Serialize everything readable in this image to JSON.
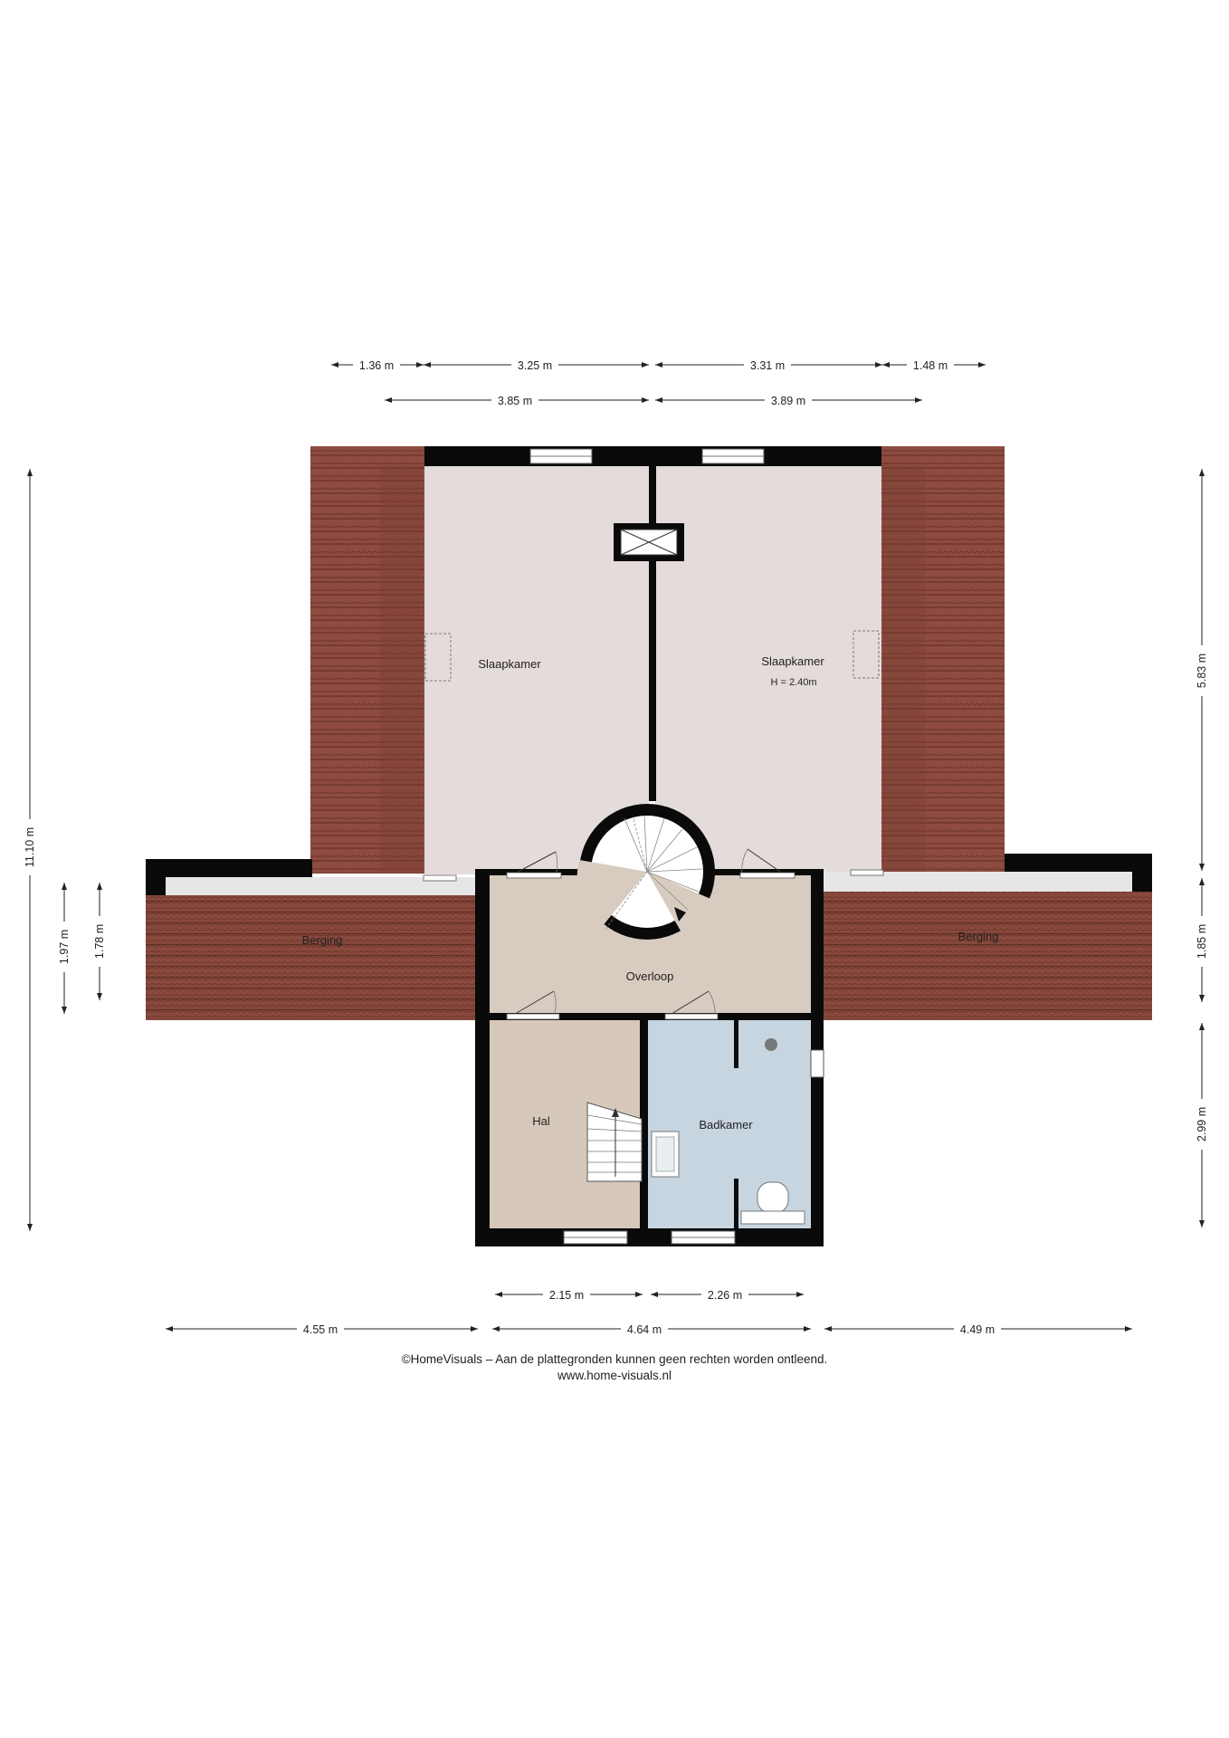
{
  "rooms": {
    "slaapkamer_left": "Slaapkamer",
    "slaapkamer_right": "Slaapkamer",
    "slaapkamer_right_height": "H = 2.40m",
    "berging_left": "Berging",
    "berging_right": "Berging",
    "overloop": "Overloop",
    "hal": "Hal",
    "badkamer": "Badkamer"
  },
  "dimensions": {
    "top_row1": [
      "1.36 m",
      "3.25 m",
      "3.31 m",
      "1.48 m"
    ],
    "top_row2": [
      "3.85 m",
      "3.89 m"
    ],
    "left_total": "11.10 m",
    "left_a": "1.97 m",
    "left_b": "1.78 m",
    "right_top": "5.83 m",
    "right_mid": "1.85 m",
    "right_bottom": "2.99 m",
    "bottom_row1": [
      "2.15 m",
      "2.26 m"
    ],
    "bottom_row2": [
      "4.55 m",
      "4.64 m",
      "4.49 m"
    ]
  },
  "footer": {
    "copyright": "©HomeVisuals – Aan de plattegronden kunnen geen rechten worden ontleend.",
    "url": "www.home-visuals.nl"
  },
  "colors": {
    "roof": "#8a4a3e",
    "bedroom": "#e4dcda",
    "overloop": "#d8ccc0",
    "hal": "#d6c9bc",
    "badkamer": "#c7d5e0",
    "wall": "#0a0a0a"
  }
}
